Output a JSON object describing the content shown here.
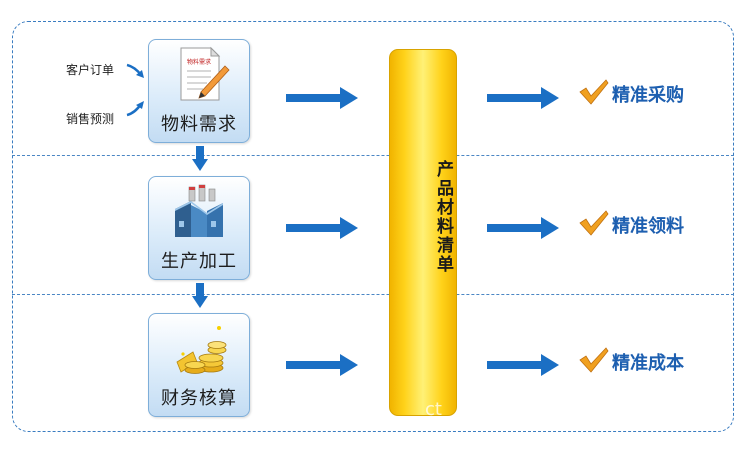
{
  "inputs": {
    "order": "客户订单",
    "forecast": "销售预测"
  },
  "steps": [
    {
      "label": "物料需求",
      "doc_text": "物料需求"
    },
    {
      "label": "生产加工"
    },
    {
      "label": "财务核算"
    }
  ],
  "center_bar": {
    "label": "产品材料清单"
  },
  "results": [
    {
      "label": "精准采购"
    },
    {
      "label": "精准领料"
    },
    {
      "label": "精准成本"
    }
  ],
  "watermark": "ct",
  "colors": {
    "frame": "#3a7cc0",
    "arrow": "#1b6fc4",
    "bar": "#ffd21a",
    "check": "#f0a020",
    "result_text": "#1d5fb0"
  }
}
